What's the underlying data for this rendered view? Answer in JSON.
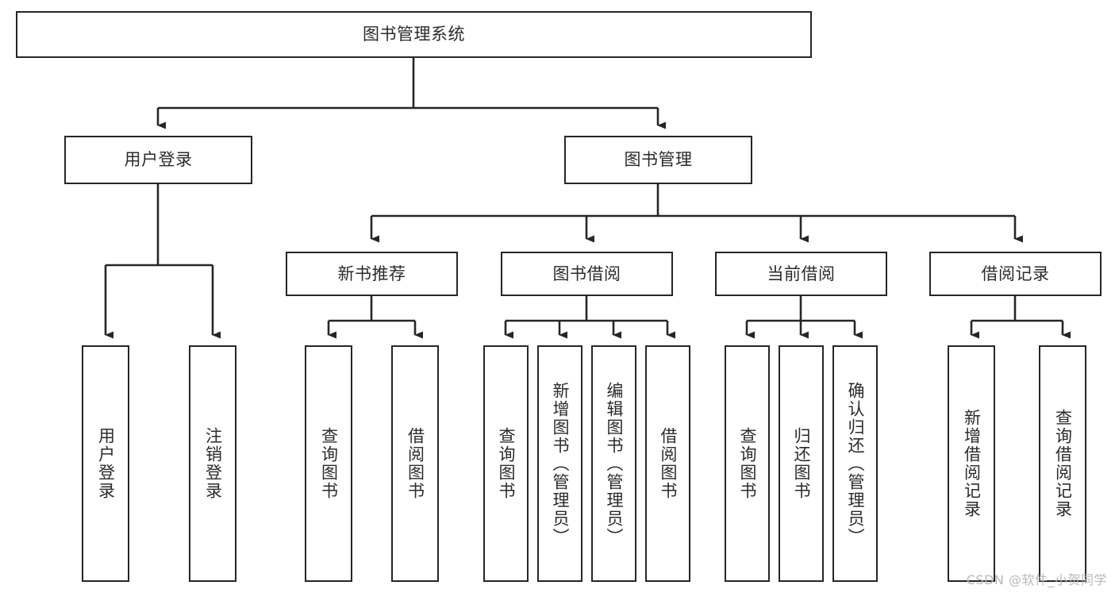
{
  "diagram": {
    "type": "tree",
    "title": "图书管理系统",
    "orientation": "top-down",
    "watermark": "CSDN @软件_小贺同学",
    "colors": {
      "stroke": "#262626",
      "fill": "#ffffff",
      "text": "#2b2b2b",
      "watermark": "#b9b9b9"
    },
    "root": {
      "id": "root",
      "label": "图书管理系统",
      "orient": "horizontal"
    },
    "level2": [
      {
        "id": "user-login",
        "label": "用户登录",
        "orient": "horizontal"
      },
      {
        "id": "book-manage",
        "label": "图书管理",
        "orient": "horizontal"
      }
    ],
    "level3": [
      {
        "id": "new-book-rec",
        "label": "新书推荐",
        "orient": "horizontal",
        "parent": "book-manage"
      },
      {
        "id": "book-borrow",
        "label": "图书借阅",
        "orient": "horizontal",
        "parent": "book-manage"
      },
      {
        "id": "current-borrow",
        "label": "当前借阅",
        "orient": "horizontal",
        "parent": "book-manage"
      },
      {
        "id": "borrow-record",
        "label": "借阅记录",
        "orient": "horizontal",
        "parent": "book-manage"
      }
    ],
    "leaves": [
      {
        "id": "leaf-user-login",
        "label": "用户登录",
        "orient": "vertical",
        "parent": "user-login"
      },
      {
        "id": "leaf-user-logout",
        "label": "注销登录",
        "orient": "vertical",
        "parent": "user-login"
      },
      {
        "id": "leaf-query-book-1",
        "label": "查询图书",
        "orient": "vertical",
        "parent": "new-book-rec"
      },
      {
        "id": "leaf-borrow-book-1",
        "label": "借阅图书",
        "orient": "vertical",
        "parent": "new-book-rec"
      },
      {
        "id": "leaf-query-book-2",
        "label": "查询图书",
        "orient": "vertical",
        "parent": "book-borrow"
      },
      {
        "id": "leaf-add-book",
        "label": "新增图书（管理员）",
        "orient": "vertical",
        "parent": "book-borrow"
      },
      {
        "id": "leaf-edit-book",
        "label": "编辑图书（管理员）",
        "orient": "vertical",
        "parent": "book-borrow"
      },
      {
        "id": "leaf-borrow-book-2",
        "label": "借阅图书",
        "orient": "vertical",
        "parent": "book-borrow"
      },
      {
        "id": "leaf-query-book-3",
        "label": "查询图书",
        "orient": "vertical",
        "parent": "current-borrow"
      },
      {
        "id": "leaf-return-book",
        "label": "归还图书",
        "orient": "vertical",
        "parent": "current-borrow"
      },
      {
        "id": "leaf-confirm-return",
        "label": "确认归还（管理员）",
        "orient": "vertical",
        "parent": "current-borrow"
      },
      {
        "id": "leaf-add-record",
        "label": "新增借阅记录",
        "orient": "vertical",
        "parent": "borrow-record"
      },
      {
        "id": "leaf-query-record",
        "label": "查询借阅记录",
        "orient": "vertical",
        "parent": "borrow-record"
      }
    ]
  }
}
